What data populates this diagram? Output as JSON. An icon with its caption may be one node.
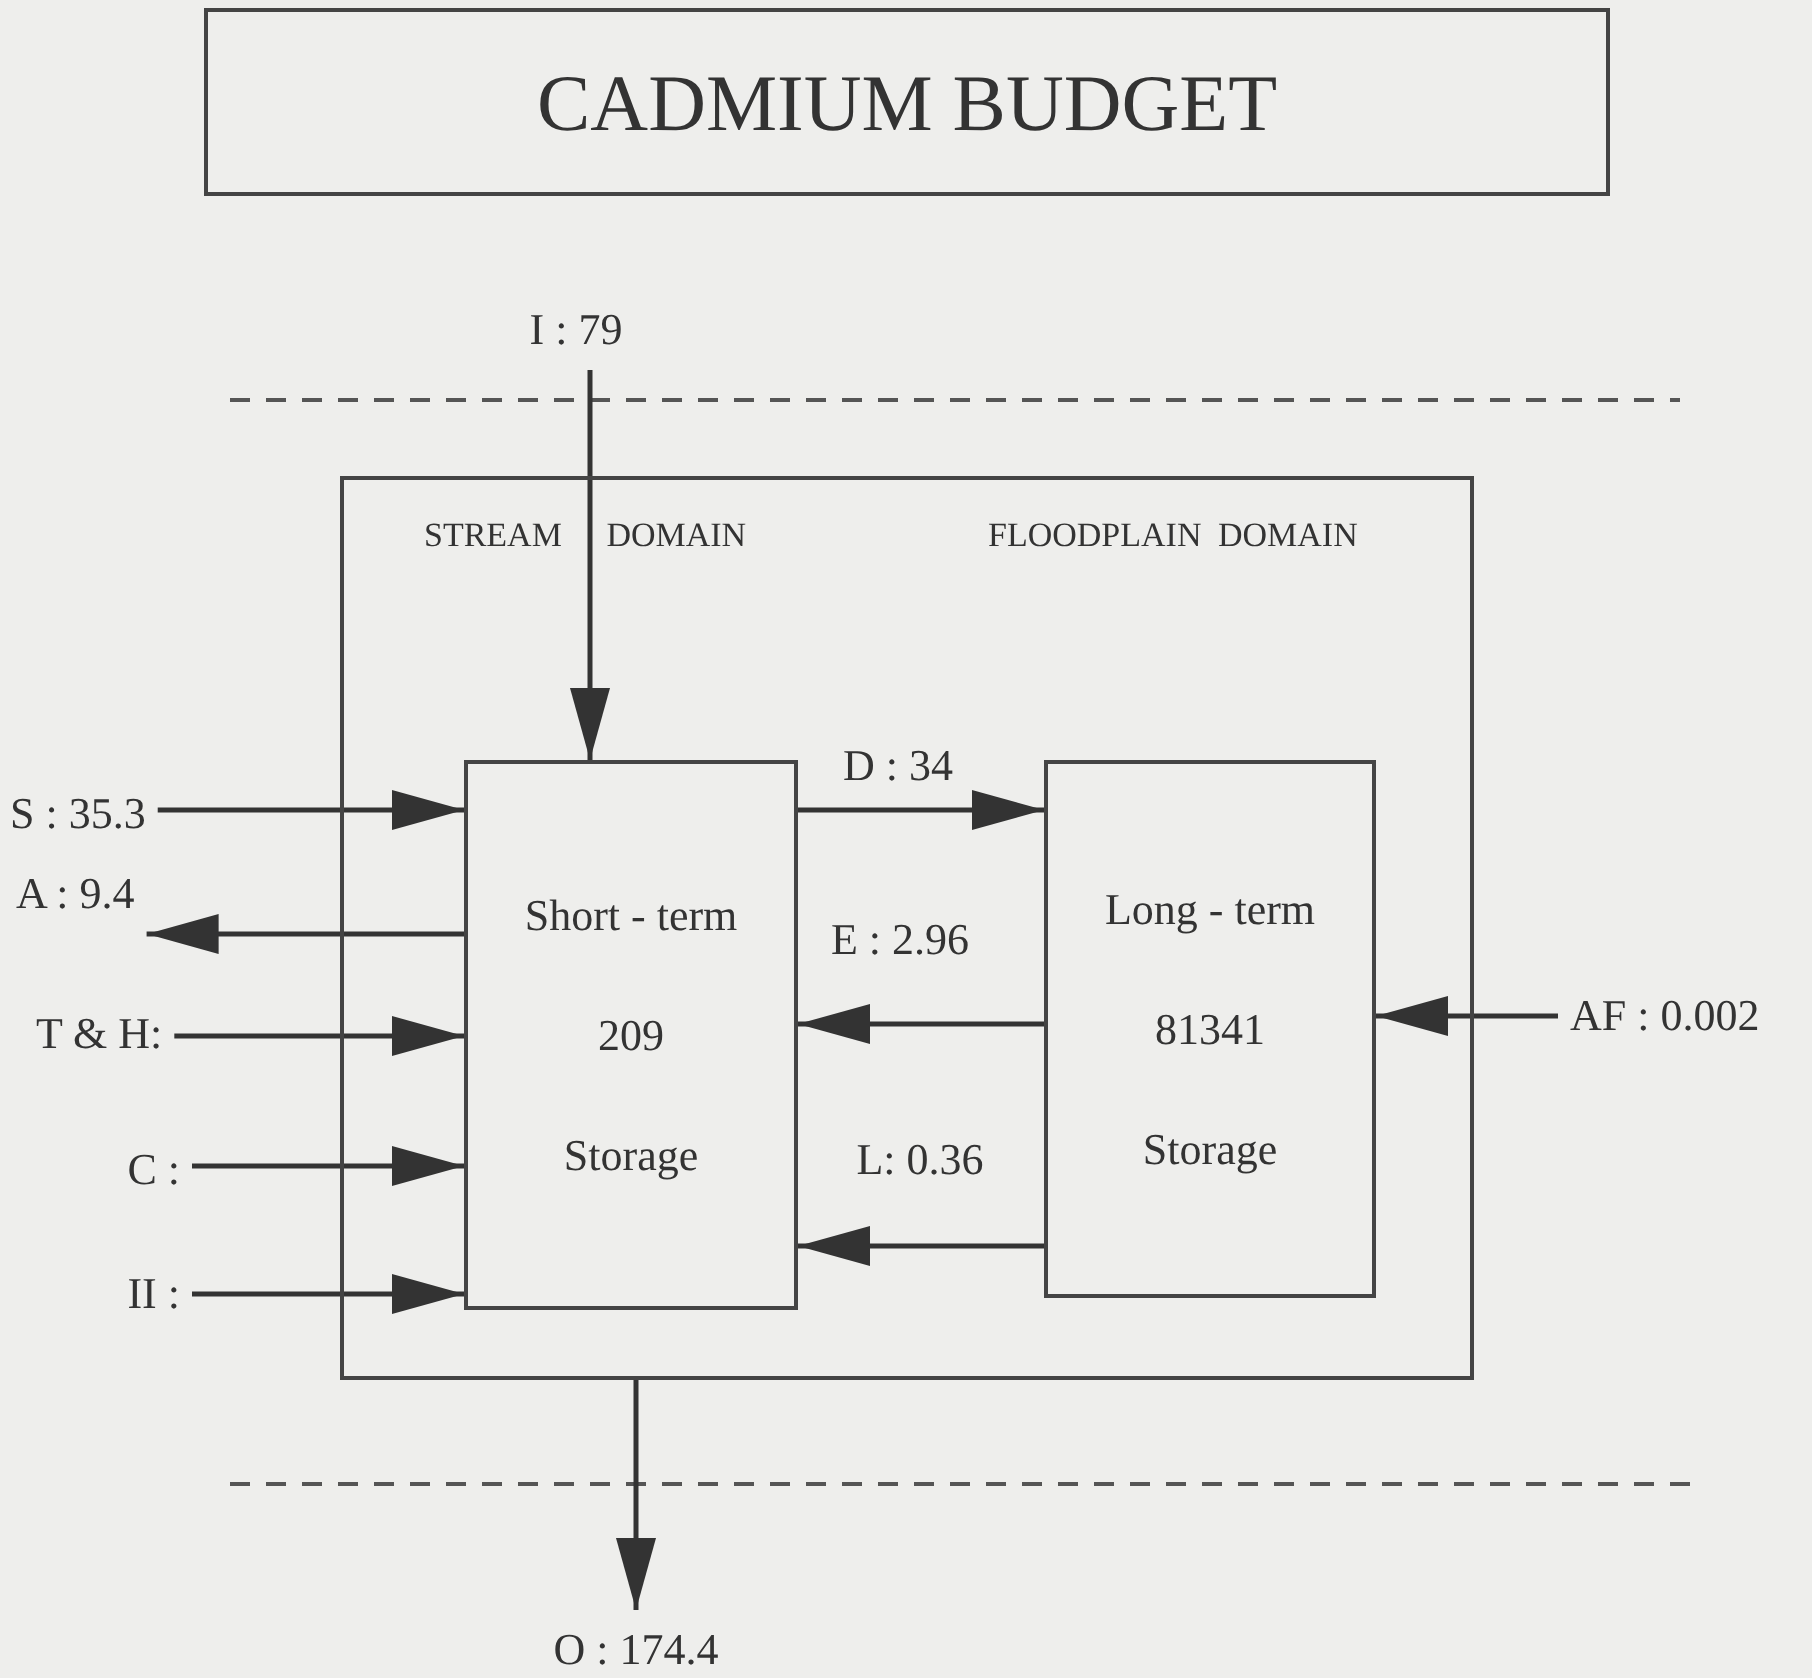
{
  "diagram": {
    "nodes": [
      {
        "text": [
          "CADMIUM BUDGET"
        ]
      },
      {
        "text": [
          "STREAM DOMAIN",
          "FLOODPLAIN DOMAIN"
        ]
      },
      {
        "text": [
          "Short - term",
          "209",
          "Storage"
        ],
        "in": 1
      },
      {
        "text": [
          "Long - term",
          "81341",
          "Storage"
        ],
        "in": 1
      },
      {
        "text": [
          "I : 79"
        ]
      },
      {
        "text": [
          "S : 35.3"
        ]
      },
      {
        "text": [
          "A : 9.4"
        ]
      },
      {
        "text": [
          "T & H:"
        ]
      },
      {
        "text": [
          "C :"
        ]
      },
      {
        "text": [
          "II :"
        ]
      },
      {
        "text": [
          "AF : 0.002"
        ]
      },
      {
        "text": [
          "O : 174.4"
        ]
      }
    ],
    "edges": [
      {
        "from": 4,
        "to": 2,
        "arrow": "to"
      },
      {
        "from": 5,
        "to": 2,
        "arrow": "to"
      },
      {
        "from": 2,
        "to": 6,
        "arrow": "to"
      },
      {
        "from": 7,
        "to": 2,
        "arrow": "to"
      },
      {
        "from": 8,
        "to": 2,
        "arrow": "to"
      },
      {
        "from": 9,
        "to": 2,
        "arrow": "to"
      },
      {
        "from": 2,
        "to": 3,
        "arrow": "to",
        "label": "D : 34"
      },
      {
        "from": 3,
        "to": 2,
        "arrow": "to",
        "label": "E : 2.96"
      },
      {
        "from": 3,
        "to": 2,
        "arrow": "to",
        "label": "L: 0.36"
      },
      {
        "from": 10,
        "to": 3,
        "arrow": "to"
      },
      {
        "from": 1,
        "to": 11,
        "arrow": "to"
      }
    ]
  }
}
